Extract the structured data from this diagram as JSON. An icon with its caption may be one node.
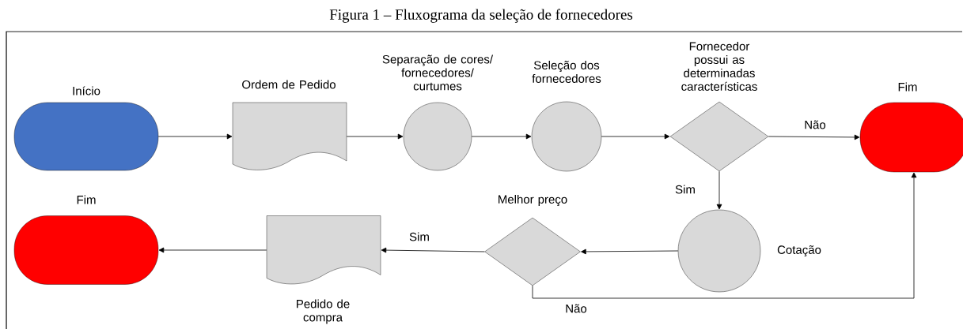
{
  "diagram": {
    "title": "Figura 1 – Fluxograma da seleção de fornecedores",
    "nodes": [
      {
        "text": [
          "Início"
        ]
      },
      {
        "text": [
          "Ordem de Pedido"
        ]
      },
      {
        "text": [
          "Separação de cores/ fornecedores/ curtumes"
        ]
      },
      {
        "text": [
          "Seleção dos fornecedores"
        ]
      },
      {
        "text": [
          "Fornecedor possui as determinadas características"
        ]
      },
      {
        "text": [
          "Fim"
        ]
      },
      {
        "text": [],
        "shape": "circle",
        "beside": [
          "Cotação"
        ]
      },
      {
        "text": [
          "Melhor preço"
        ]
      },
      {
        "text": [
          "Pedido de compra"
        ]
      },
      {
        "text": [
          "Fim"
        ]
      }
    ],
    "edges": [
      {
        "from": 0,
        "to": 1,
        "arrow": "to"
      },
      {
        "from": 1,
        "to": 2,
        "arrow": "to"
      },
      {
        "from": 2,
        "to": 3,
        "arrow": "to"
      },
      {
        "from": 3,
        "to": 4,
        "arrow": "to"
      },
      {
        "from": 4,
        "to": 5,
        "arrow": "to",
        "label": "Não"
      },
      {
        "from": 4,
        "to": 6,
        "arrow": "to",
        "label": "Sim"
      },
      {
        "from": 6,
        "to": 7,
        "arrow": "to"
      },
      {
        "from": 7,
        "to": 8,
        "arrow": "to",
        "label": "Sim"
      },
      {
        "from": 8,
        "to": 9,
        "arrow": "to"
      },
      {
        "from": 7,
        "to": 5,
        "arrow": "to",
        "label": "Não"
      }
    ]
  }
}
